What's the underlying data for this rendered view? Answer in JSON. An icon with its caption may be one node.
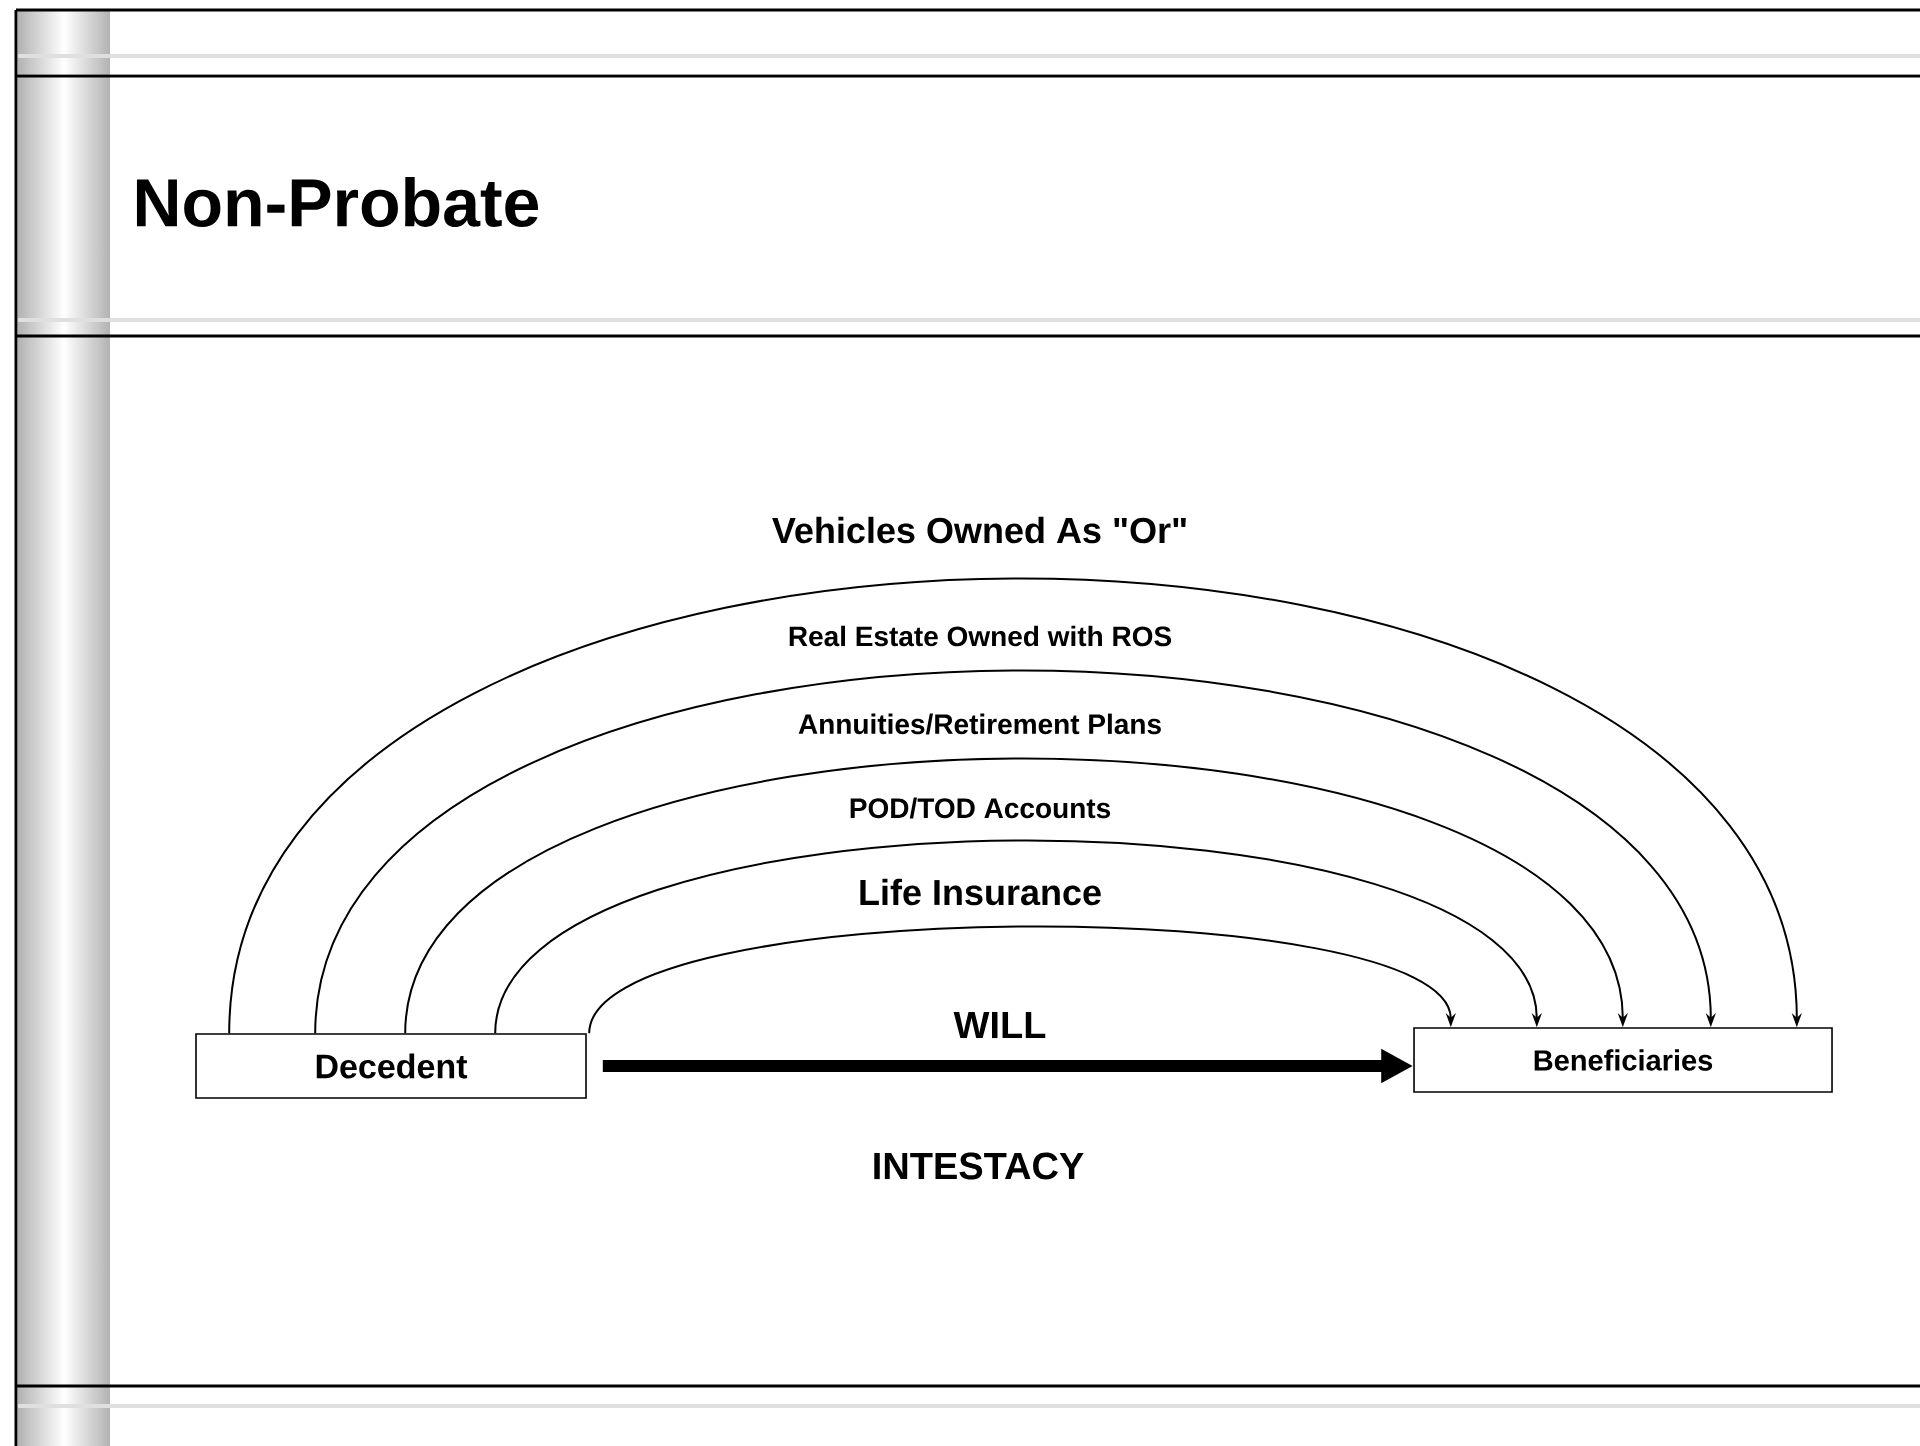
{
  "diagram": {
    "title": "Non-Probate",
    "nodes": [
      {
        "text": [
          "Decedent"
        ]
      },
      {
        "text": [
          "Beneficiaries"
        ]
      }
    ],
    "edges": [
      {
        "from": 0,
        "to": 1,
        "arrow": "to",
        "label": "Vehicles Owned As \"Or\""
      },
      {
        "from": 0,
        "to": 1,
        "arrow": "to",
        "label": "Real Estate Owned with ROS"
      },
      {
        "from": 0,
        "to": 1,
        "arrow": "to",
        "label": "Annuities/Retirement Plans"
      },
      {
        "from": 0,
        "to": 1,
        "arrow": "to",
        "label": "POD/TOD Accounts"
      },
      {
        "from": 0,
        "to": 1,
        "arrow": "to",
        "label": "Life Insurance"
      },
      {
        "from": 0,
        "to": 1,
        "arrow": "to",
        "label": "WILL",
        "style": "thick"
      }
    ],
    "labels": [
      "INTESTACY"
    ]
  }
}
